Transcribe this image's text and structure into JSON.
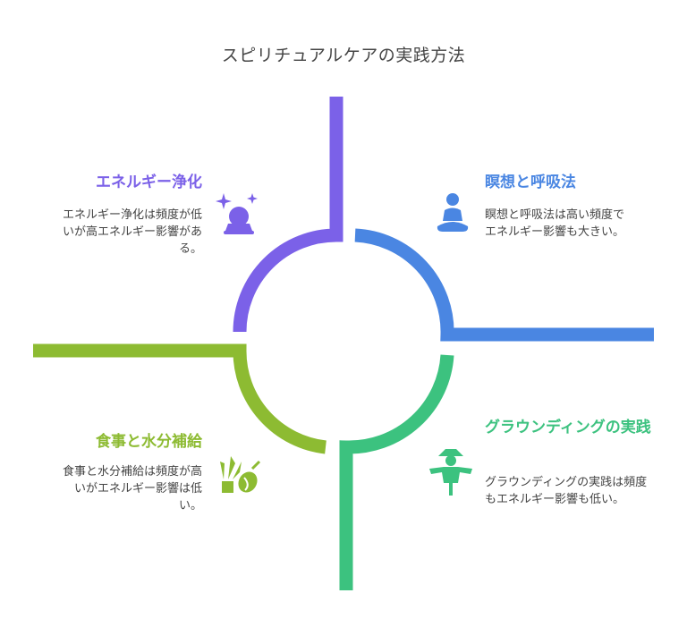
{
  "title": "スピリチュアルケアの実践方法",
  "colors": {
    "purple": "#7B61E8",
    "blue": "#4A86E2",
    "green": "#3CC27F",
    "lime": "#8DBB32",
    "text": "#444444"
  },
  "sections": {
    "energy": {
      "title": "エネルギー浄化",
      "description": "エネルギー浄化は頻度が低いが高エネルギー影響がある。",
      "icon": "crystal-ball-icon"
    },
    "meditation": {
      "title": "瞑想と呼吸法",
      "description": "瞑想と呼吸法は高い頻度でエネルギー影響も大きい。",
      "icon": "meditation-person-icon"
    },
    "diet": {
      "title": "食事と水分補給",
      "description": "食事と水分補給は頻度が高いがエネルギー影響は低い。",
      "icon": "food-plant-icon"
    },
    "grounding": {
      "title": "グラウンディングの実践",
      "description": "グラウンディングの実践は頻度もエネルギー影響も低い。",
      "icon": "scarecrow-icon"
    }
  }
}
